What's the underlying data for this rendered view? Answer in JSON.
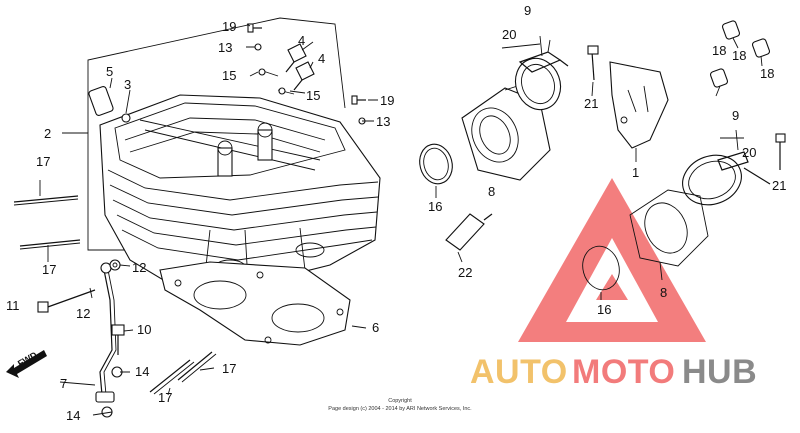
{
  "callouts": [
    {
      "id": "c1",
      "text": "1"
    },
    {
      "id": "c2",
      "text": "2"
    },
    {
      "id": "c3",
      "text": "3"
    },
    {
      "id": "c4a",
      "text": "4"
    },
    {
      "id": "c4b",
      "text": "4"
    },
    {
      "id": "c5",
      "text": "5"
    },
    {
      "id": "c6",
      "text": "6"
    },
    {
      "id": "c7",
      "text": "7"
    },
    {
      "id": "c8a",
      "text": "8"
    },
    {
      "id": "c8b",
      "text": "8"
    },
    {
      "id": "c9a",
      "text": "9"
    },
    {
      "id": "c9b",
      "text": "9"
    },
    {
      "id": "c10",
      "text": "10"
    },
    {
      "id": "c11",
      "text": "11"
    },
    {
      "id": "c12a",
      "text": "12"
    },
    {
      "id": "c12b",
      "text": "12"
    },
    {
      "id": "c13a",
      "text": "13"
    },
    {
      "id": "c13b",
      "text": "13"
    },
    {
      "id": "c14a",
      "text": "14"
    },
    {
      "id": "c14b",
      "text": "14"
    },
    {
      "id": "c15a",
      "text": "15"
    },
    {
      "id": "c15b",
      "text": "15"
    },
    {
      "id": "c16a",
      "text": "16"
    },
    {
      "id": "c16b",
      "text": "16"
    },
    {
      "id": "c17a",
      "text": "17"
    },
    {
      "id": "c17b",
      "text": "17"
    },
    {
      "id": "c17c",
      "text": "17"
    },
    {
      "id": "c17d",
      "text": "17"
    },
    {
      "id": "c18a",
      "text": "18"
    },
    {
      "id": "c18b",
      "text": "18"
    },
    {
      "id": "c18c",
      "text": "18"
    },
    {
      "id": "c19a",
      "text": "19"
    },
    {
      "id": "c19b",
      "text": "19"
    },
    {
      "id": "c20a",
      "text": "20"
    },
    {
      "id": "c20b",
      "text": "20"
    },
    {
      "id": "c21a",
      "text": "21"
    },
    {
      "id": "c21b",
      "text": "21"
    },
    {
      "id": "c22",
      "text": "22"
    }
  ],
  "fwd_label": "FWD",
  "copyright": {
    "line1": "Copyright",
    "line2": "Page design (c) 2004 - 2014 by ARI Network Services, Inc."
  },
  "watermark": {
    "auto": "AUTO",
    "moto": "MOTO",
    "hub": "HUB",
    "colors": {
      "auto": "#f2c26b",
      "moto": "#f27b7b",
      "hub": "#8a8a8a",
      "triangle": "#f05a5a"
    }
  }
}
